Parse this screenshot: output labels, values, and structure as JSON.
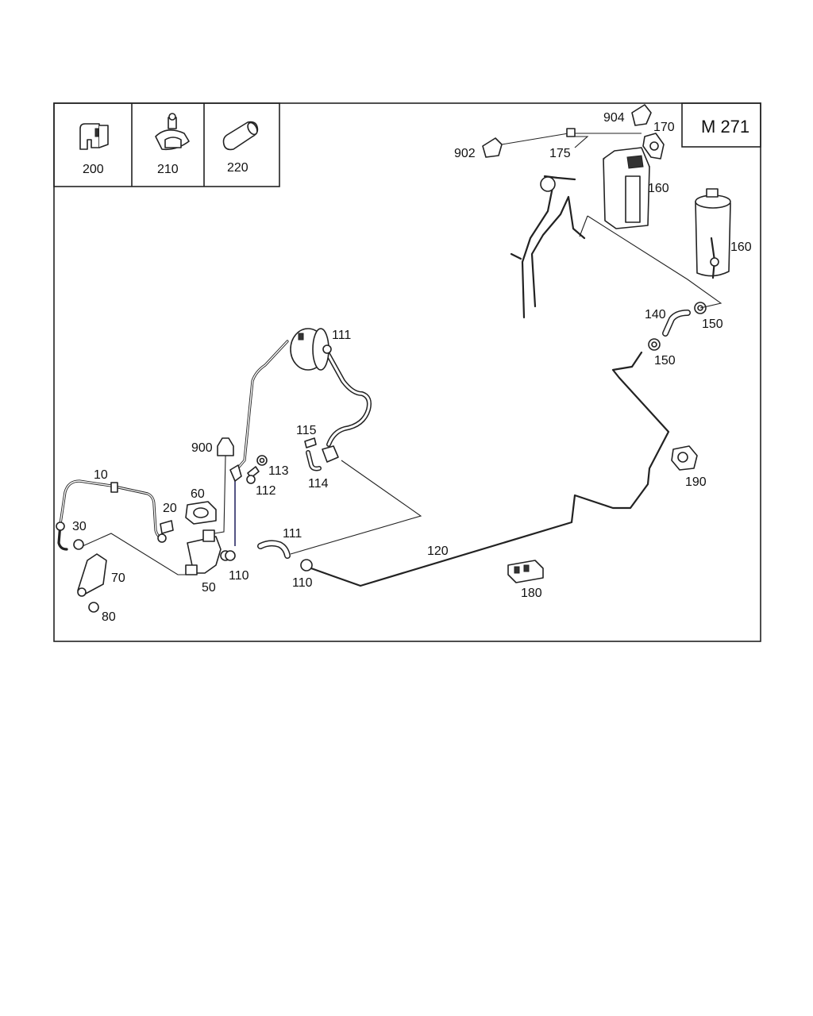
{
  "model_code": "M 271",
  "legend_parts": [
    "200",
    "210",
    "220"
  ],
  "labels": {
    "p10": "10",
    "p20": "20",
    "p30": "30",
    "p50": "50",
    "p60": "60",
    "p70": "70",
    "p80": "80",
    "p110a": "110",
    "p110b": "110",
    "p111a": "111",
    "p111b": "111",
    "p112": "112",
    "p113": "113",
    "p114": "114",
    "p115": "115",
    "p120": "120",
    "p140": "140",
    "p150a": "150",
    "p150b": "150",
    "p160a": "160",
    "p160b": "160",
    "p170": "170",
    "p175": "175",
    "p180": "180",
    "p190": "190",
    "p900": "900",
    "p902": "902",
    "p904": "904"
  }
}
